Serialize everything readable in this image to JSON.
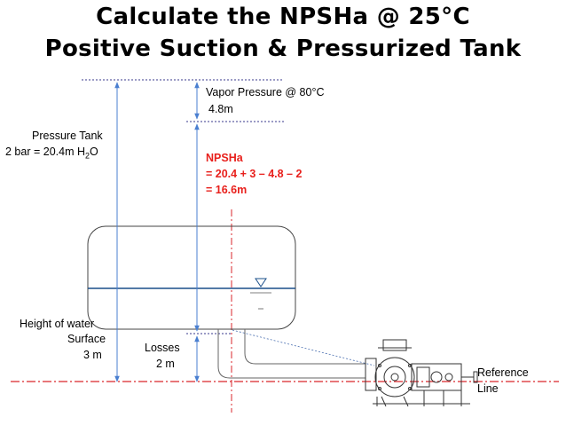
{
  "title": {
    "line1": "Calculate the NPSHa @ 25°C",
    "line2": "Positive Suction & Pressurized Tank"
  },
  "labels": {
    "vapor_pressure": "Vapor Pressure @ 80°C",
    "vapor_value": "4.8m",
    "pressure_tank": "Pressure Tank",
    "pressure_value_prefix": "2 bar = 20.4m H",
    "pressure_value_sub": "2",
    "pressure_value_suffix": "O",
    "npsha_title": "NPSHa",
    "npsha_eq1": "= 20.4 + 3 – 4.8 – 2",
    "npsha_eq2": "= 16.6m",
    "height_line1": "Height of water",
    "height_line2": "Surface",
    "height_line3": "3 m",
    "losses_line1": "Losses",
    "losses_line2": "2 m",
    "reference_line1": "Reference",
    "reference_line2": "Line"
  },
  "colors": {
    "dimension_lines": "#4a7fd0",
    "dotted_lines": "#3a3a8c",
    "reference_line": "#d9262b",
    "water_line": "#1a4f8a",
    "npsha_text": "#e8201c"
  }
}
